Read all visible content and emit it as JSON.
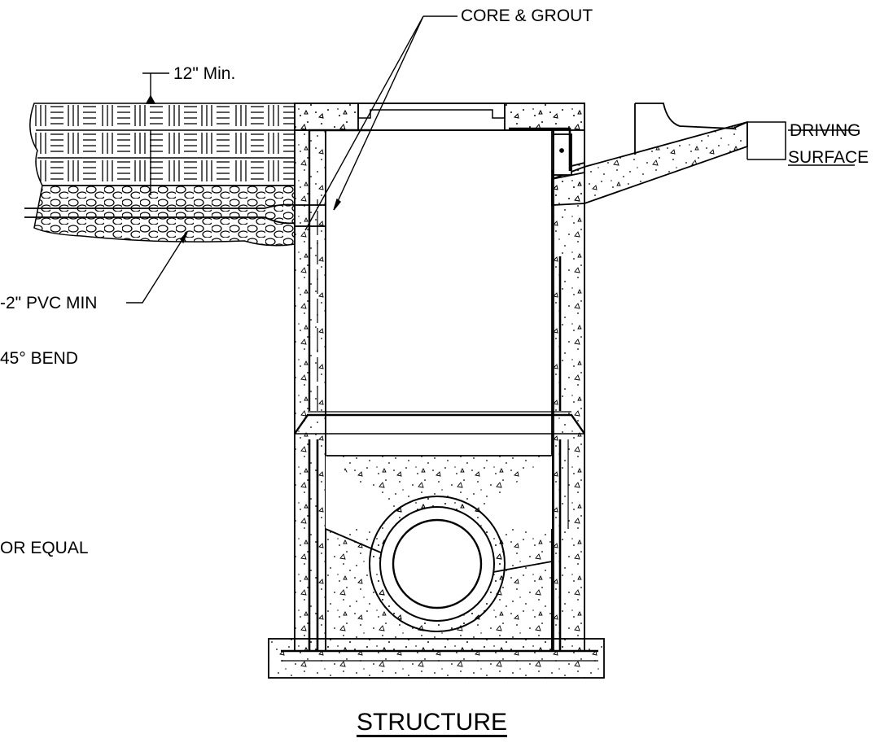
{
  "labels": {
    "core_grout": "CORE & GROUT",
    "cover_min": "12\" Min.",
    "pvc": "-2\" PVC MIN",
    "bend": "45° BEND",
    "or_equal": "OR EQUAL",
    "driving": "DRIVING",
    "surface": "SURFACE"
  },
  "title": "STRUCTURE",
  "colors": {
    "line": "#000000",
    "background": "#ffffff"
  }
}
